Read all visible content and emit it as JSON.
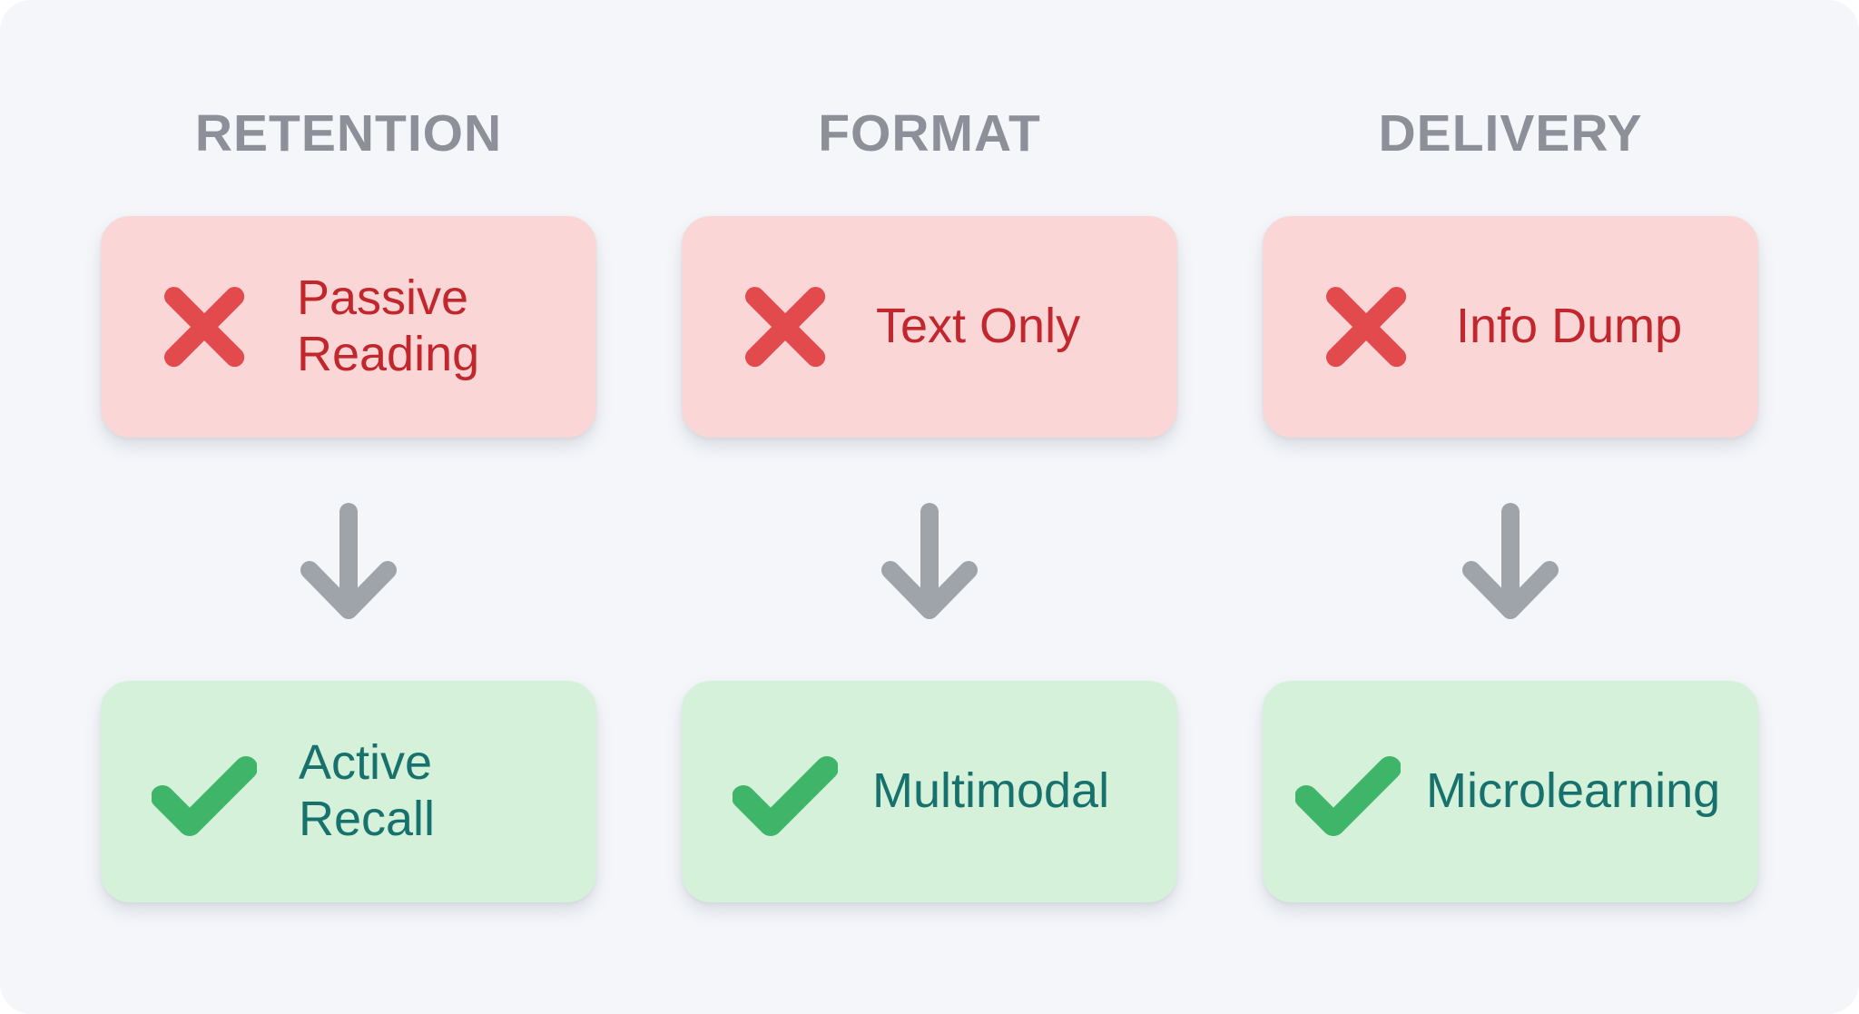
{
  "colors": {
    "background": "#f4f6fa",
    "heading": "#8d9099",
    "bad_card_bg": "#fad7d6",
    "bad_icon": "#e24a4d",
    "bad_text": "#c1272d",
    "good_card_bg": "#d6f1da",
    "good_icon": "#3fb56a",
    "good_text": "#17716c",
    "arrow": "#9fa3aa"
  },
  "columns": [
    {
      "heading": "RETENTION",
      "before": {
        "icon": "x-icon",
        "label": "Passive\nReading"
      },
      "arrow_icon": "arrow-down-icon",
      "after": {
        "icon": "check-icon",
        "label": "Active\nRecall"
      }
    },
    {
      "heading": "FORMAT",
      "before": {
        "icon": "x-icon",
        "label": "Text Only"
      },
      "arrow_icon": "arrow-down-icon",
      "after": {
        "icon": "check-icon",
        "label": "Multimodal"
      }
    },
    {
      "heading": "DELIVERY",
      "before": {
        "icon": "x-icon",
        "label": "Info Dump"
      },
      "arrow_icon": "arrow-down-icon",
      "after": {
        "icon": "check-icon",
        "label": "Microlearning"
      }
    }
  ]
}
